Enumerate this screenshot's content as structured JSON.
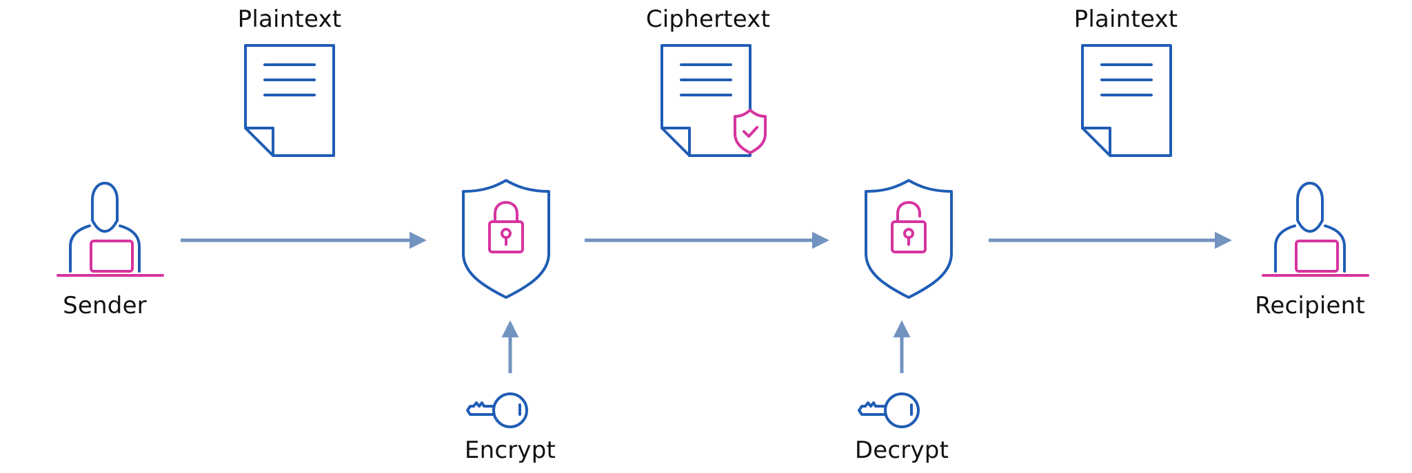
{
  "labels": {
    "plaintext_in": "Plaintext",
    "ciphertext": "Ciphertext",
    "plaintext_out": "Plaintext",
    "sender": "Sender",
    "recipient": "Recipient",
    "encrypt": "Encrypt",
    "decrypt": "Decrypt"
  },
  "colors": {
    "icon_blue": "#1f5db5",
    "accent_pink": "#d6339f",
    "arrow": "#7393bf",
    "text": "#111111"
  },
  "icons": {
    "document": "document-icon",
    "secure_document": "secure-document-icon",
    "user_at_laptop": "user-laptop-icon",
    "shield_locked": "shield-lock-icon",
    "shield_unlocked": "shield-unlock-icon",
    "key": "key-icon",
    "arrow": "arrow-right-icon"
  }
}
